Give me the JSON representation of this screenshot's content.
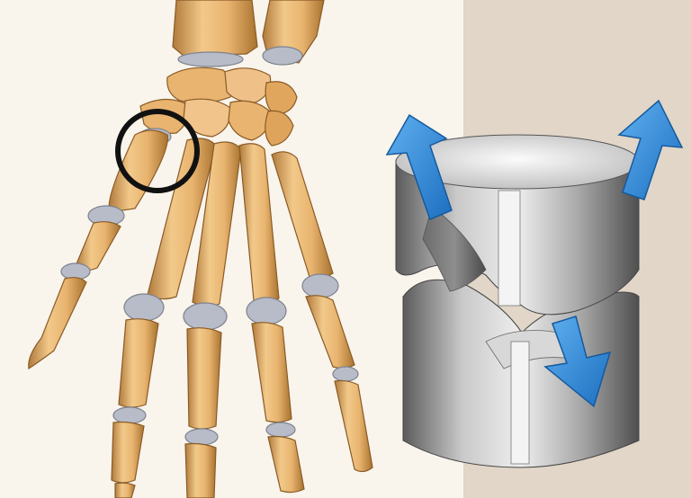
{
  "figure": {
    "colors": {
      "page": "#ffffff",
      "left_background": "#f9f4ec",
      "right_background": "#e1d6c7",
      "bone": "#e8b46f",
      "bone_highlight": "#f6d7a3",
      "bone_shadow": "#b07a3c",
      "cartilage": "#b7bcc8",
      "highlight_circle": "#111111",
      "joint_model_gray": "#9b9b9b",
      "arrow_blue": "#2a86d6"
    },
    "icons": {
      "hand": "hand-skeleton",
      "joint_model": "saddle-joint-model",
      "arrows": "movement-arrow"
    }
  }
}
